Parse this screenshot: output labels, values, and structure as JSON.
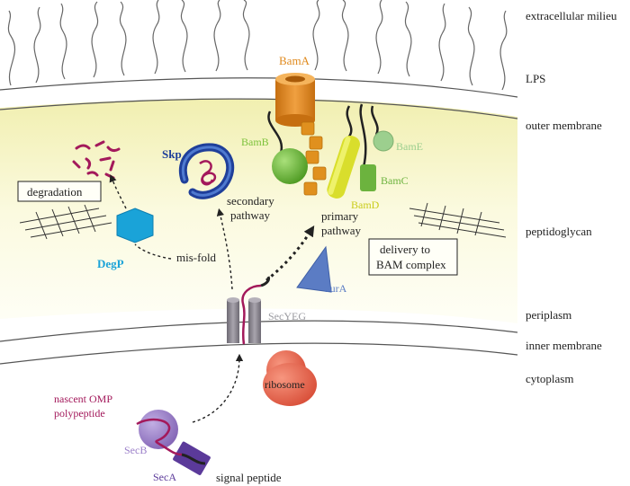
{
  "layers": {
    "extracellular": "extracellular milieu",
    "lps": "LPS",
    "outer_membrane": "outer membrane",
    "peptidoglycan": "peptidoglycan",
    "periplasm": "periplasm",
    "inner_membrane": "inner membrane",
    "cytoplasm": "cytoplasm"
  },
  "proteins": {
    "bama": "BamA",
    "bamb": "BamB",
    "bamc": "BamC",
    "bamd": "BamD",
    "bame": "BamE",
    "skp": "Skp",
    "degp": "DegP",
    "sura": "SurA",
    "secyeg": "SecYEG",
    "ribosome": "ribosome",
    "secb": "SecB",
    "seca": "SecA"
  },
  "labels": {
    "degradation": "degradation",
    "misfold": "mis-fold",
    "secondary_1": "secondary",
    "secondary_2": "pathway",
    "primary_1": "primary",
    "primary_2": "pathway",
    "delivery_1": "delivery to",
    "delivery_2": "BAM complex",
    "nascent_1": "nascent OMP",
    "nascent_2": "polypeptide",
    "signal": "signal peptide"
  },
  "colors": {
    "periplasm_fill": "#f7f5c8",
    "bama": "#e08a1e",
    "bamb": "#7cc23a",
    "bamc": "#6cb33e",
    "bamd": "#d6dc2a",
    "bame": "#9ccf8e",
    "skp": "#1f3f9a",
    "degp": "#1aa3d8",
    "sura": "#5b7cc4",
    "secyeg": "#8a8690",
    "ribosome": "#ef6b52",
    "secb": "#9b7fc9",
    "seca": "#5b3a9a",
    "polypeptide": "#a3195b"
  }
}
